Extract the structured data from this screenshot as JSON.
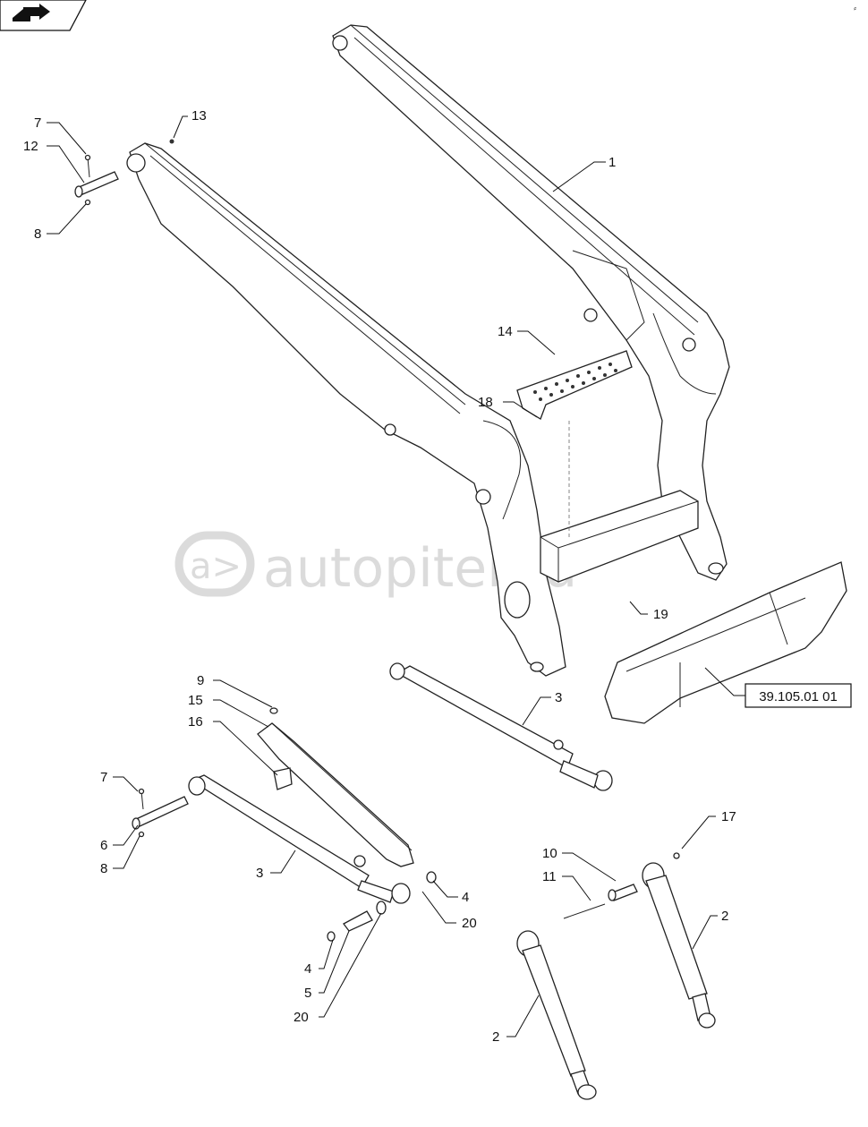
{
  "nav_icon": "forward-arrow-icon",
  "watermark": "autopiter.ru",
  "reference": "39.105.01 01",
  "callouts": [
    {
      "id": "c1",
      "text": "1"
    },
    {
      "id": "c7a",
      "text": "7"
    },
    {
      "id": "c12",
      "text": "12"
    },
    {
      "id": "c8a",
      "text": "8"
    },
    {
      "id": "c13",
      "text": "13"
    },
    {
      "id": "c14",
      "text": "14"
    },
    {
      "id": "c18",
      "text": "18"
    },
    {
      "id": "c19",
      "text": "19"
    },
    {
      "id": "c9",
      "text": "9"
    },
    {
      "id": "c15",
      "text": "15"
    },
    {
      "id": "c16",
      "text": "16"
    },
    {
      "id": "c3a",
      "text": "3"
    },
    {
      "id": "c7b",
      "text": "7"
    },
    {
      "id": "c6",
      "text": "6"
    },
    {
      "id": "c8b",
      "text": "8"
    },
    {
      "id": "c3b",
      "text": "3"
    },
    {
      "id": "c4a",
      "text": "4"
    },
    {
      "id": "c20a",
      "text": "20"
    },
    {
      "id": "c4b",
      "text": "4"
    },
    {
      "id": "c5",
      "text": "5"
    },
    {
      "id": "c20b",
      "text": "20"
    },
    {
      "id": "c17",
      "text": "17"
    },
    {
      "id": "c10",
      "text": "10"
    },
    {
      "id": "c11",
      "text": "11"
    },
    {
      "id": "c2a",
      "text": "2"
    },
    {
      "id": "c2b",
      "text": "2"
    }
  ]
}
